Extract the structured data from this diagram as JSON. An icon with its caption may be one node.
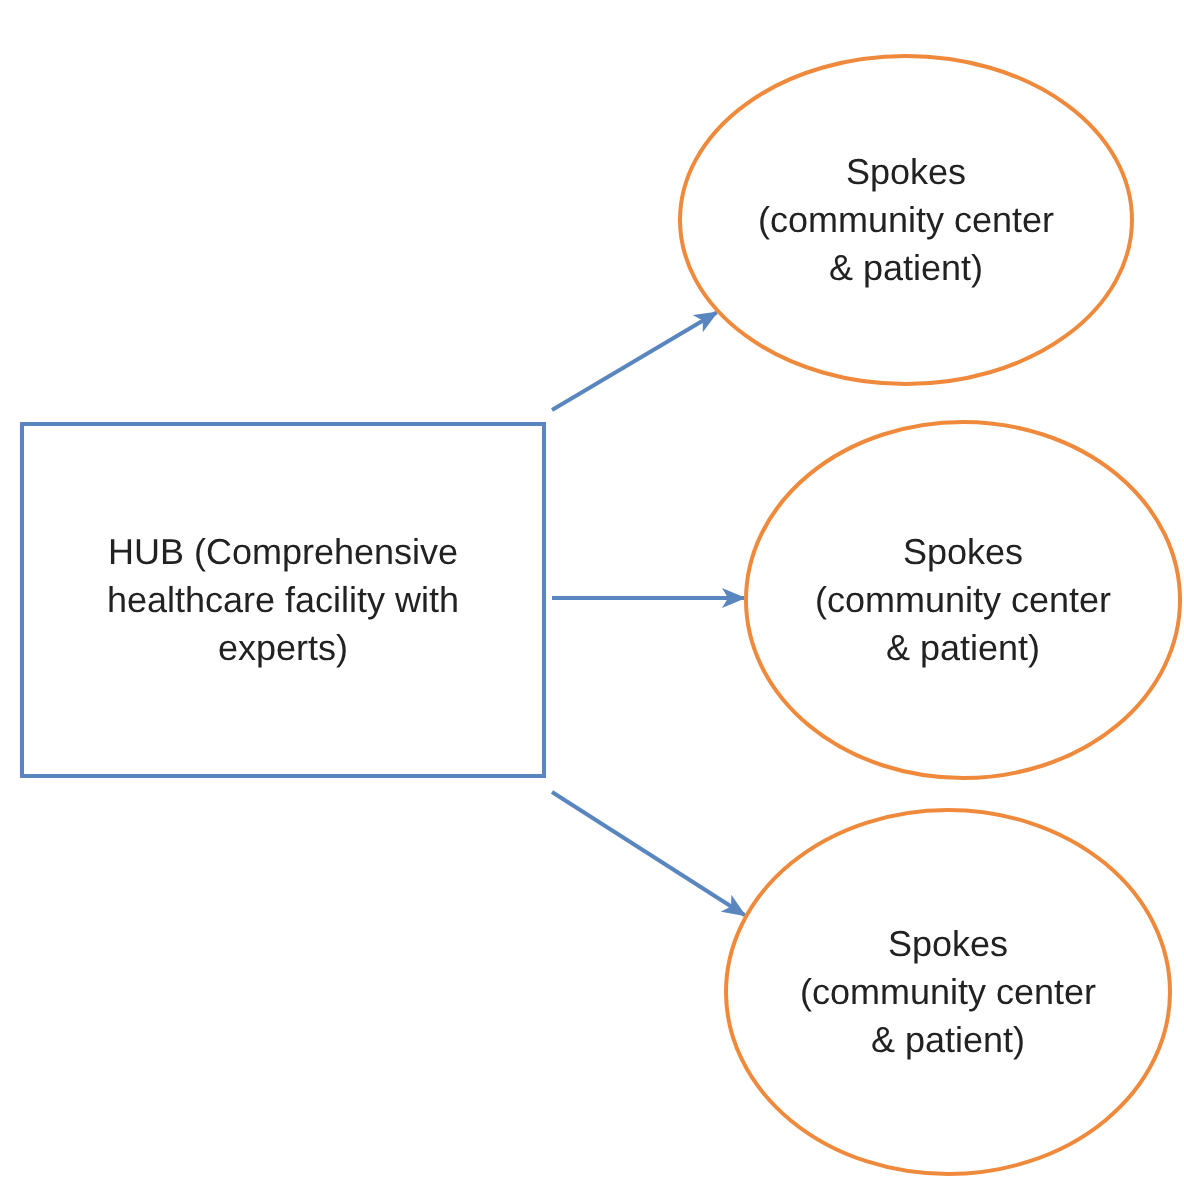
{
  "diagram": {
    "nodes": [
      {
        "text": [
          "HUB (Comprehensive healthcare facility with experts)"
        ]
      },
      {
        "text": [
          "Spokes (community center & patient)"
        ]
      },
      {
        "text": [
          "Spokes (community center & patient)"
        ]
      },
      {
        "text": [
          "Spokes (community center & patient)"
        ]
      }
    ],
    "edges": [
      {
        "from": 0,
        "to": 1,
        "arrow": "to"
      },
      {
        "from": 0,
        "to": 2,
        "arrow": "to"
      },
      {
        "from": 0,
        "to": 3,
        "arrow": "to"
      }
    ]
  }
}
